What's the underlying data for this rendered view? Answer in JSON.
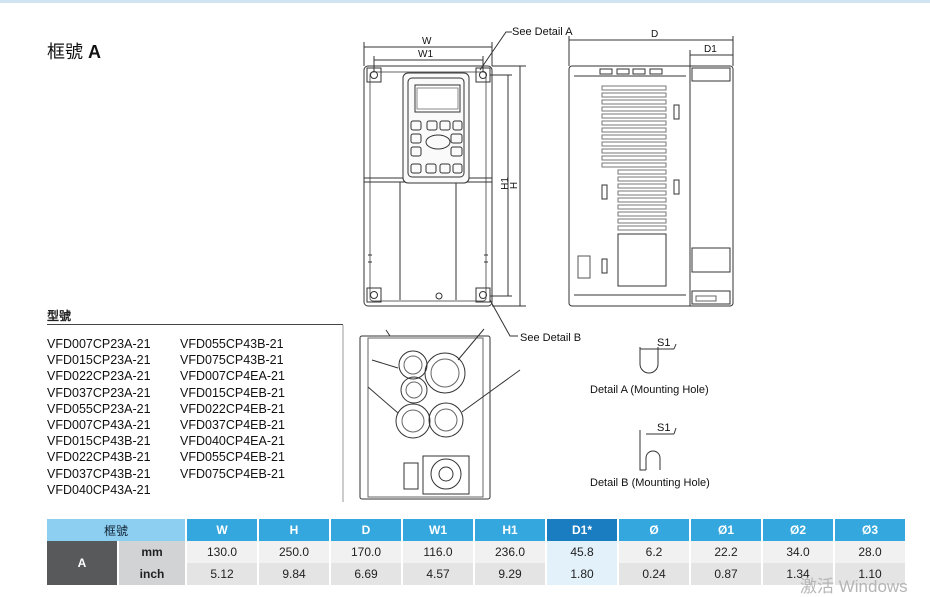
{
  "frame_title": {
    "label": "框號",
    "frame": "A"
  },
  "callouts": {
    "detail_a": "See Detail A",
    "detail_b": "See Detail B"
  },
  "dim_labels": {
    "w": "W",
    "w1": "W1",
    "h": "H",
    "h1": "H1",
    "d": "D",
    "d1": "D1"
  },
  "details": {
    "a": {
      "label": "S1",
      "caption": "Detail A (Mounting Hole)"
    },
    "b": {
      "label": "S1",
      "caption": "Detail B (Mounting Hole)"
    }
  },
  "model_heading": "型號",
  "models_left": [
    "VFD007CP23A-21",
    "VFD015CP23A-21",
    "VFD022CP23A-21",
    "VFD037CP23A-21",
    "VFD055CP23A-21",
    "VFD007CP43A-21",
    "VFD015CP43B-21",
    "VFD022CP43B-21",
    "VFD037CP43B-21",
    "VFD040CP43A-21"
  ],
  "models_right": [
    "VFD055CP43B-21",
    "VFD075CP43B-21",
    "VFD007CP4EA-21",
    "VFD015CP4EB-21",
    "VFD022CP4EB-21",
    "VFD037CP4EB-21",
    "VFD040CP4EA-21",
    "VFD055CP4EB-21",
    "VFD075CP4EB-21"
  ],
  "table": {
    "corner": "框號",
    "headers": [
      "W",
      "H",
      "D",
      "W1",
      "H1",
      "D1*",
      "Ø",
      "Ø1",
      "Ø2",
      "Ø3"
    ],
    "frame": "A",
    "rows": [
      {
        "unit": "mm",
        "values": [
          "130.0",
          "250.0",
          "170.0",
          "116.0",
          "236.0",
          "45.8",
          "6.2",
          "22.2",
          "34.0",
          "28.0"
        ]
      },
      {
        "unit": "inch",
        "values": [
          "5.12",
          "9.84",
          "6.69",
          "4.57",
          "9.29",
          "1.80",
          "0.24",
          "0.87",
          "1.34",
          "1.10"
        ]
      }
    ]
  },
  "watermark": "激活 Windows"
}
